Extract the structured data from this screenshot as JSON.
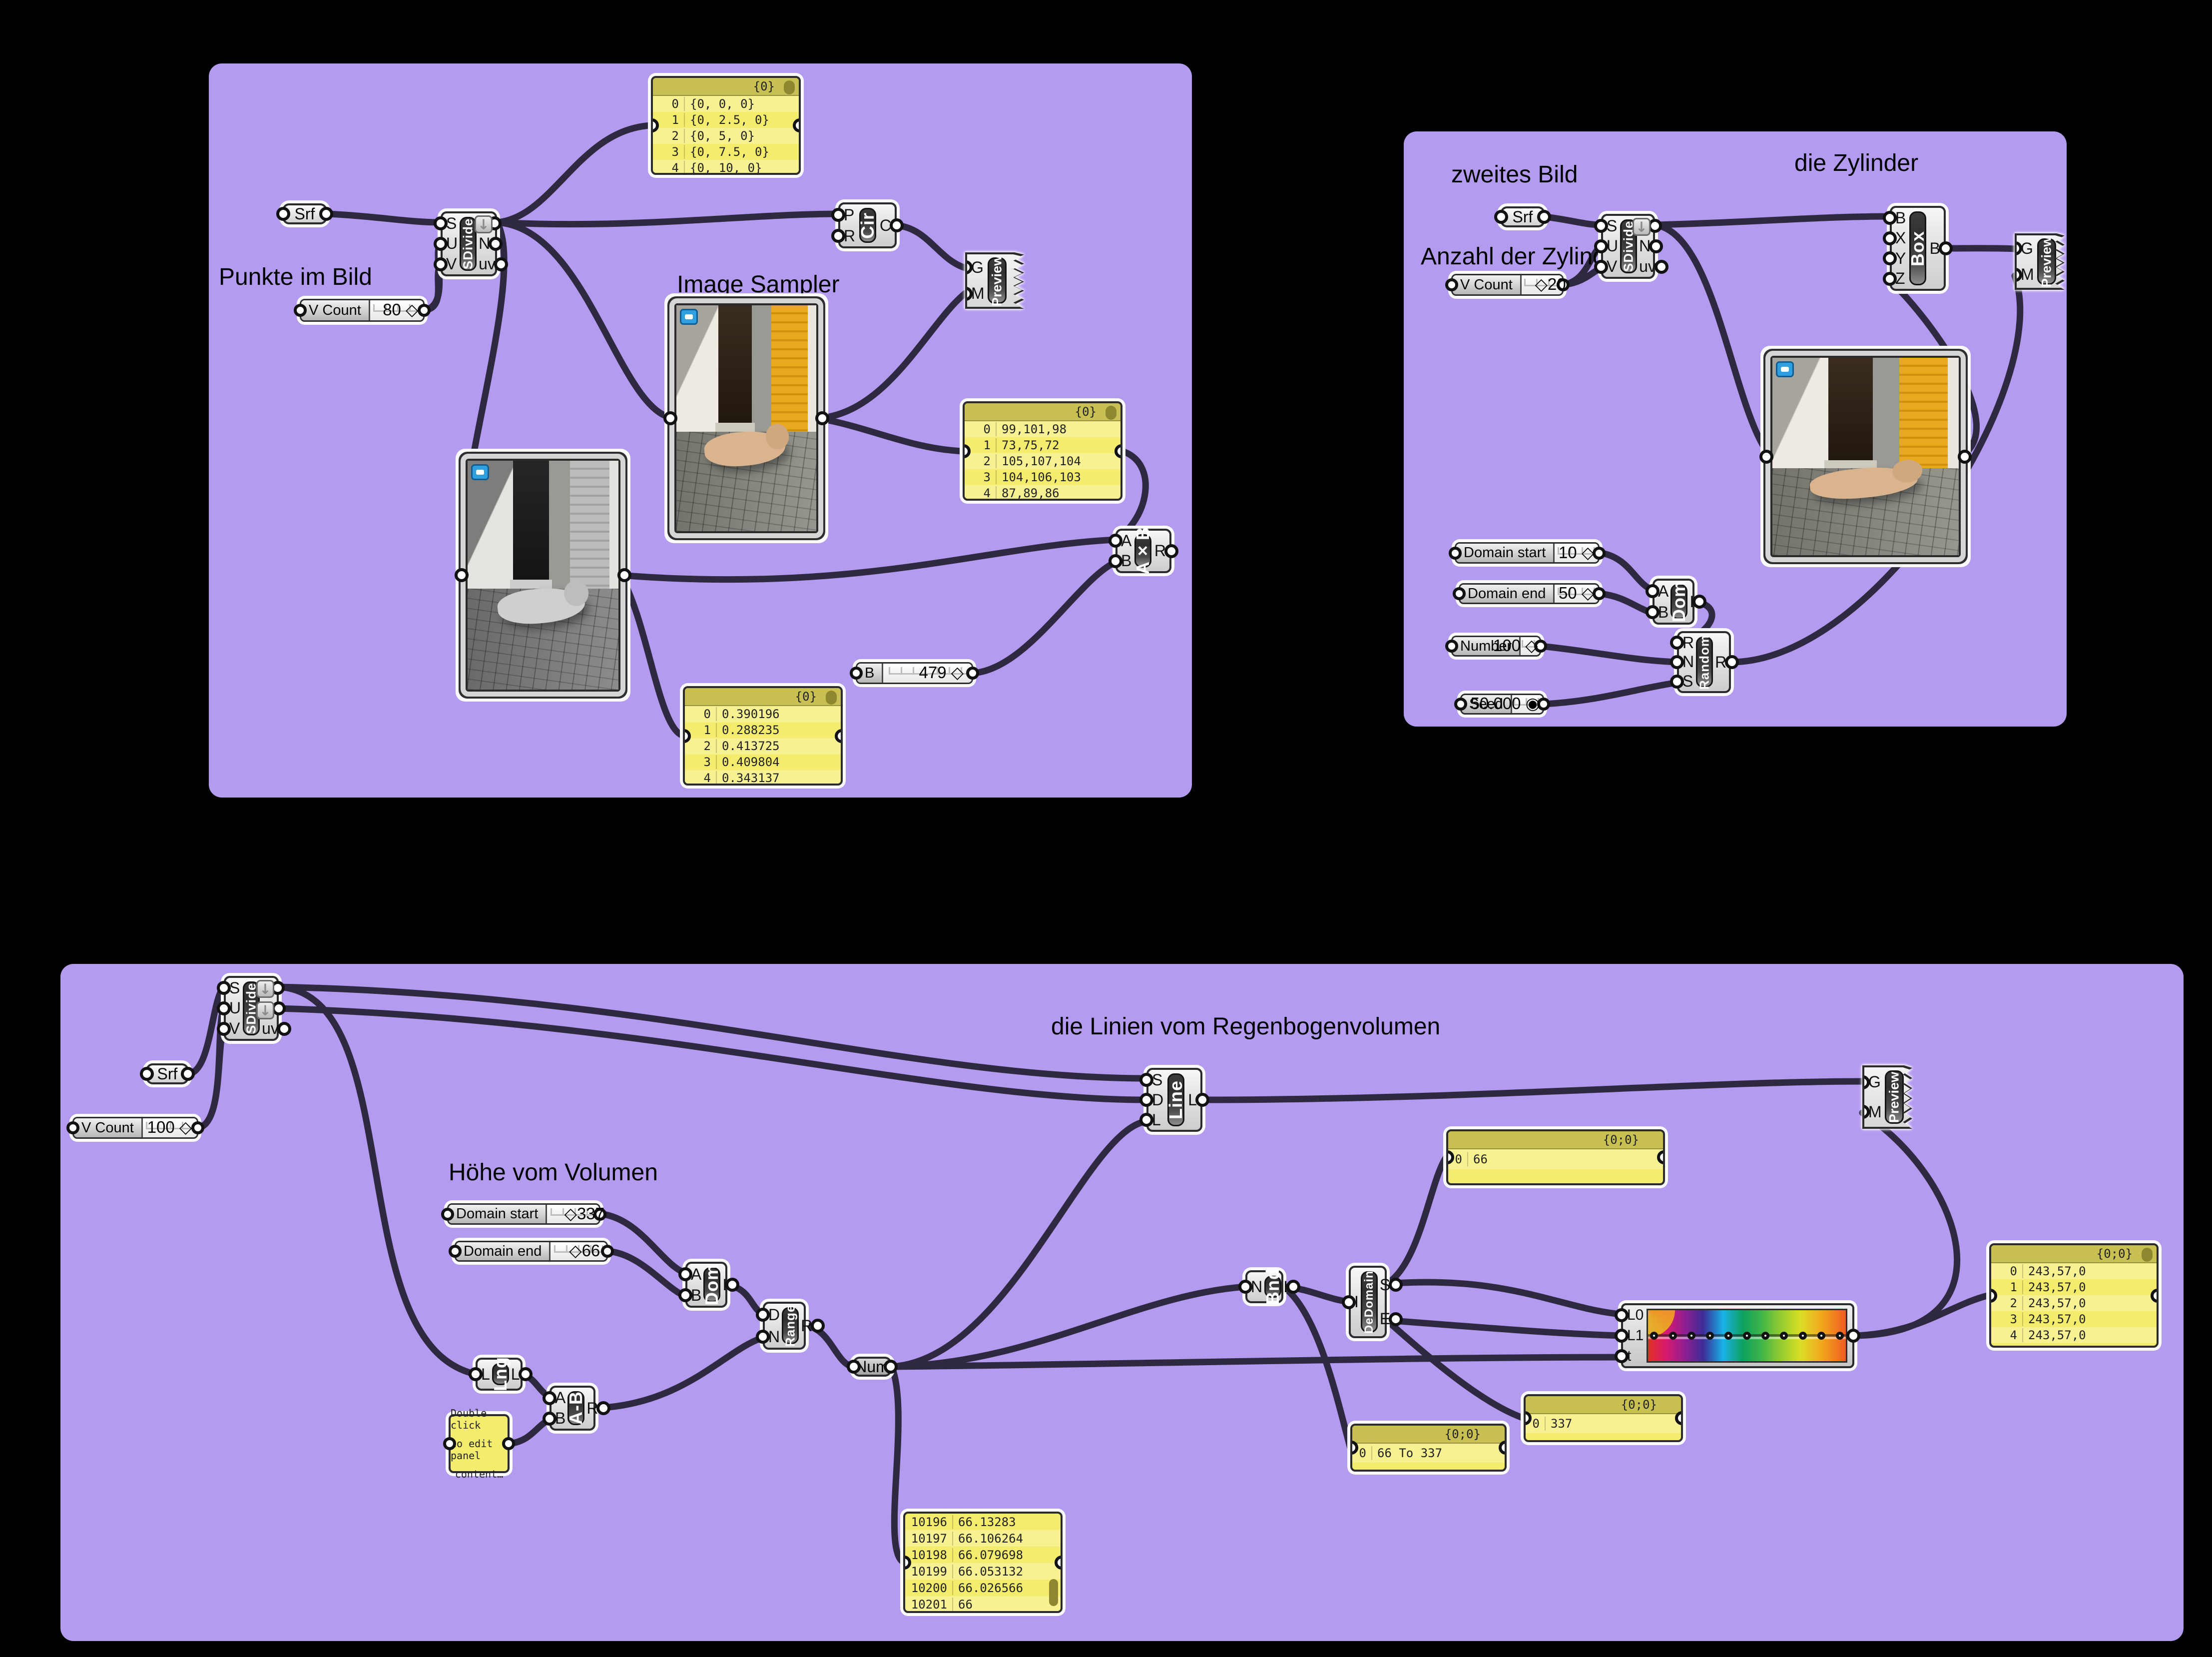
{
  "colors": {
    "canvas_bg": "#000000",
    "group_purple": "#b39bf0",
    "wire": "#2e2840",
    "panel_yellow": "#f4ec6d",
    "panel_header_olive": "#c9c054",
    "node_dark_capsule": "#3a3a3a",
    "gradient_stops": [
      "#e03022",
      "#d81a6e",
      "#8c1f93",
      "#3c2d96",
      "#19b2e8",
      "#0ea05e",
      "#3db44a",
      "#93cc30",
      "#dade26",
      "#f2a61d",
      "#ee5d1f"
    ]
  },
  "p1": {
    "labels": {
      "points": "Punkte im Bild",
      "sampler": "Image Sampler"
    },
    "srf": {
      "label": "Srf"
    },
    "vcount": {
      "label": "V Count",
      "value": "80 ◇"
    },
    "sdivide": {
      "label": "SDivide",
      "inputs": [
        "S",
        "U",
        "V"
      ],
      "outputs": [
        "P",
        "N",
        "uv"
      ]
    },
    "points_panel": {
      "header": "{0}",
      "rows": [
        [
          "0",
          "{0, 0, 0}"
        ],
        [
          "1",
          "{0, 2.5, 0}"
        ],
        [
          "2",
          "{0, 5, 0}"
        ],
        [
          "3",
          "{0, 7.5, 0}"
        ],
        [
          "4",
          "{0, 10, 0}"
        ]
      ]
    },
    "cir": {
      "label": "Cir",
      "inputs": [
        "P",
        "R"
      ],
      "outputs": [
        "C"
      ]
    },
    "preview": {
      "label": "Preview",
      "inputs": [
        "G",
        "M"
      ]
    },
    "rgb_panel": {
      "header": "{0}",
      "rows": [
        [
          "0",
          "99,101,98"
        ],
        [
          "1",
          "73,75,72"
        ],
        [
          "2",
          "105,107,104"
        ],
        [
          "3",
          "104,106,103"
        ],
        [
          "4",
          "87,89,86"
        ]
      ]
    },
    "axb": {
      "label": "A×B",
      "inputs": [
        "A",
        "B"
      ],
      "outputs": [
        "R"
      ]
    },
    "b_slider": {
      "label": "B",
      "value": "479 ◇"
    },
    "dec_panel": {
      "header": "{0}",
      "rows": [
        [
          "0",
          "0.390196"
        ],
        [
          "1",
          "0.288235"
        ],
        [
          "2",
          "0.413725"
        ],
        [
          "3",
          "0.409804"
        ],
        [
          "4",
          "0.343137"
        ]
      ]
    }
  },
  "p2": {
    "labels": {
      "second": "zweites Bild",
      "cyl": "die Zylinder",
      "count": "Anzahl der Zylinder"
    },
    "srf": {
      "label": "Srf"
    },
    "vcount": {
      "label": "V Count",
      "value": "◇20"
    },
    "sdivide": {
      "label": "SDivide",
      "inputs": [
        "S",
        "U",
        "V"
      ],
      "outputs": [
        "P",
        "N",
        "uv"
      ]
    },
    "box": {
      "label": "Box",
      "inputs": [
        "B",
        "X",
        "Y",
        "Z"
      ],
      "outputs": [
        "B"
      ]
    },
    "preview": {
      "label": "Preview",
      "inputs": [
        "G",
        "M"
      ]
    },
    "domain_start": {
      "label": "Domain start",
      "value": "10 ◇"
    },
    "domain_end": {
      "label": "Domain end",
      "value": "50 ◇"
    },
    "dom": {
      "label": "Dom",
      "inputs": [
        "A",
        "B"
      ],
      "outputs": [
        "I"
      ]
    },
    "number": {
      "label": "Number",
      "value": "100 ◇"
    },
    "seed": {
      "label": "Seed",
      "value": "50.000 ◉"
    },
    "random": {
      "label": "Random",
      "inputs": [
        "R",
        "N",
        "S"
      ],
      "outputs": [
        "R"
      ]
    }
  },
  "p3": {
    "labels": {
      "lines": "die Linien vom Regenbogenvolumen",
      "height": "Höhe vom Volumen"
    },
    "sdivide": {
      "label": "SDivide",
      "inputs": [
        "S",
        "U",
        "V"
      ],
      "outputs": [
        "P",
        "N",
        "uv"
      ]
    },
    "srf": {
      "label": "Srf"
    },
    "vcount": {
      "label": "V Count",
      "value": "100 ◇"
    },
    "line": {
      "label": "Line",
      "inputs": [
        "S",
        "D",
        "L"
      ],
      "outputs": [
        "L"
      ]
    },
    "preview": {
      "label": "Preview",
      "inputs": [
        "G",
        "M"
      ]
    },
    "domain_start": {
      "label": "Domain start",
      "value": "◇337"
    },
    "domain_end": {
      "label": "Domain end",
      "value": "◇66"
    },
    "dom": {
      "label": "Dom",
      "inputs": [
        "A",
        "B"
      ],
      "outputs": [
        "I"
      ]
    },
    "range": {
      "label": "Range",
      "inputs": [
        "D",
        "N"
      ],
      "outputs": [
        "R"
      ]
    },
    "num": {
      "label": "Num"
    },
    "lng": {
      "label": "Lng",
      "inputs": [
        "L"
      ],
      "outputs": [
        "L"
      ]
    },
    "ab": {
      "label": "A-B",
      "inputs": [
        "A",
        "B"
      ],
      "outputs": [
        "R"
      ]
    },
    "note_panel": {
      "lines": [
        "Double click",
        "to edit panel",
        "content…"
      ]
    },
    "bnd": {
      "label": "Bnd",
      "inputs": [
        "N"
      ],
      "outputs": [
        "I"
      ]
    },
    "dedomain": {
      "label": "DeDomain",
      "inputs": [
        "I"
      ],
      "outputs": [
        "S",
        "E"
      ]
    },
    "gradient": {
      "inputs": [
        "L0",
        "L1",
        "t"
      ]
    },
    "p66": {
      "header": "{0;0}",
      "rows": [
        [
          "0",
          "66"
        ]
      ]
    },
    "p337": {
      "header": "{0;0}",
      "rows": [
        [
          "0",
          "337"
        ]
      ]
    },
    "p66to337": {
      "header": "{0;0}",
      "rows": [
        [
          "0",
          "66 To 337"
        ]
      ]
    },
    "p_colors": {
      "header": "{0;0}",
      "rows": [
        [
          "0",
          "243,57,0"
        ],
        [
          "1",
          "243,57,0"
        ],
        [
          "2",
          "243,57,0"
        ],
        [
          "3",
          "243,57,0"
        ],
        [
          "4",
          "243,57,0"
        ]
      ]
    },
    "p_big": {
      "rows": [
        [
          "10196",
          "66.13283"
        ],
        [
          "10197",
          "66.106264"
        ],
        [
          "10198",
          "66.079698"
        ],
        [
          "10199",
          "66.053132"
        ],
        [
          "10200",
          "66.026566"
        ],
        [
          "10201",
          "66"
        ]
      ]
    }
  }
}
